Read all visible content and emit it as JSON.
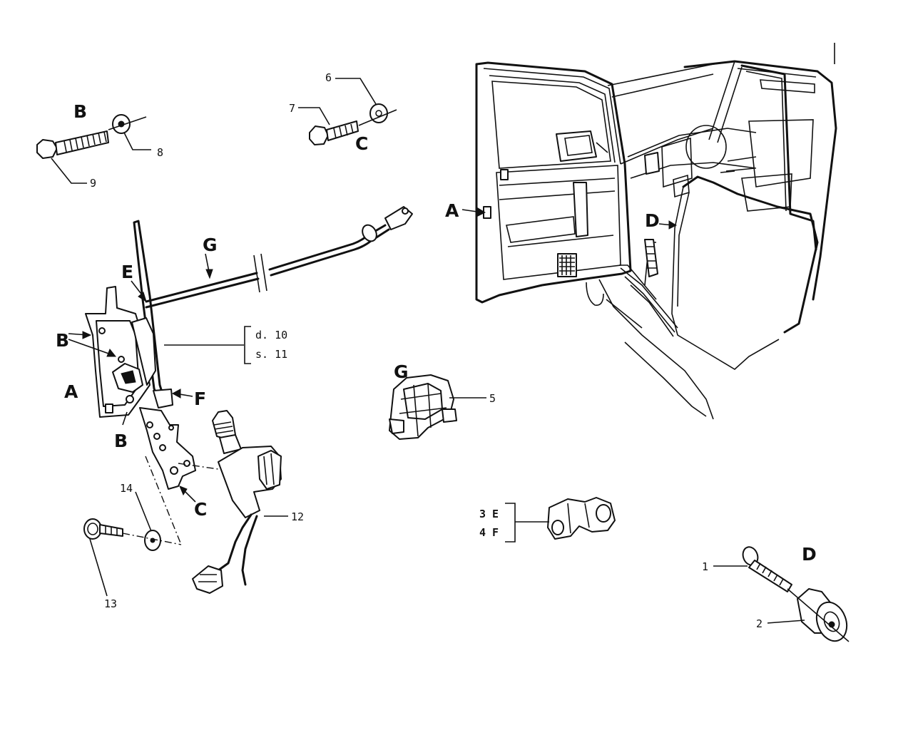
{
  "labels": {
    "A_door": "A",
    "D_door": "D",
    "B_bolt": "B",
    "C_bolt": "C",
    "G_cable": "G",
    "E_rod": "E",
    "B_latch1": "B",
    "B_latch2": "B",
    "A_latch": "A",
    "F_rod": "F",
    "B_latch3": "B",
    "C_bracket": "C",
    "G_clip": "G",
    "D_striker": "D"
  },
  "callouts": {
    "n1": "1",
    "n2": "2",
    "n5": "5",
    "n6": "6",
    "n7": "7",
    "n8": "8",
    "n9": "9",
    "n12": "12",
    "n13": "13",
    "n14": "14",
    "latch_d": "d. 10",
    "latch_s": "s. 11",
    "clip_e": "3 E",
    "clip_f": "4 F"
  }
}
